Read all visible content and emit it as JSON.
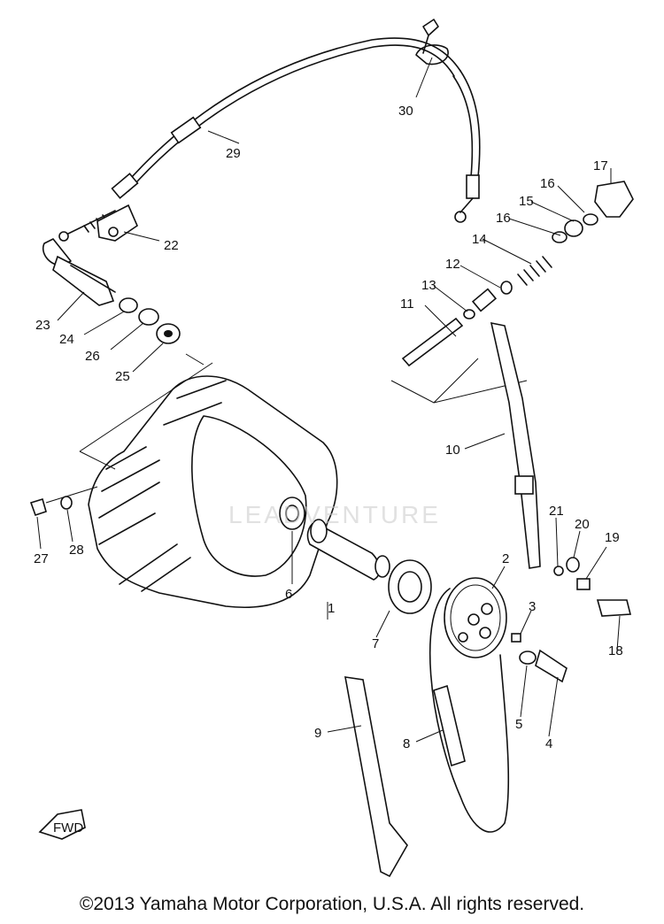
{
  "diagram": {
    "labels": [
      "1",
      "2",
      "3",
      "4",
      "5",
      "6",
      "7",
      "8",
      "9",
      "10",
      "11",
      "12",
      "13",
      "14",
      "15",
      "16",
      "16",
      "17",
      "18",
      "19",
      "20",
      "21",
      "22",
      "23",
      "24",
      "25",
      "26",
      "27",
      "28",
      "29",
      "30"
    ],
    "fwd_label": "FWD"
  },
  "watermark": "LEADVENTURE",
  "copyright": "©2013 Yamaha Motor Corporation, U.S.A. All rights reserved."
}
